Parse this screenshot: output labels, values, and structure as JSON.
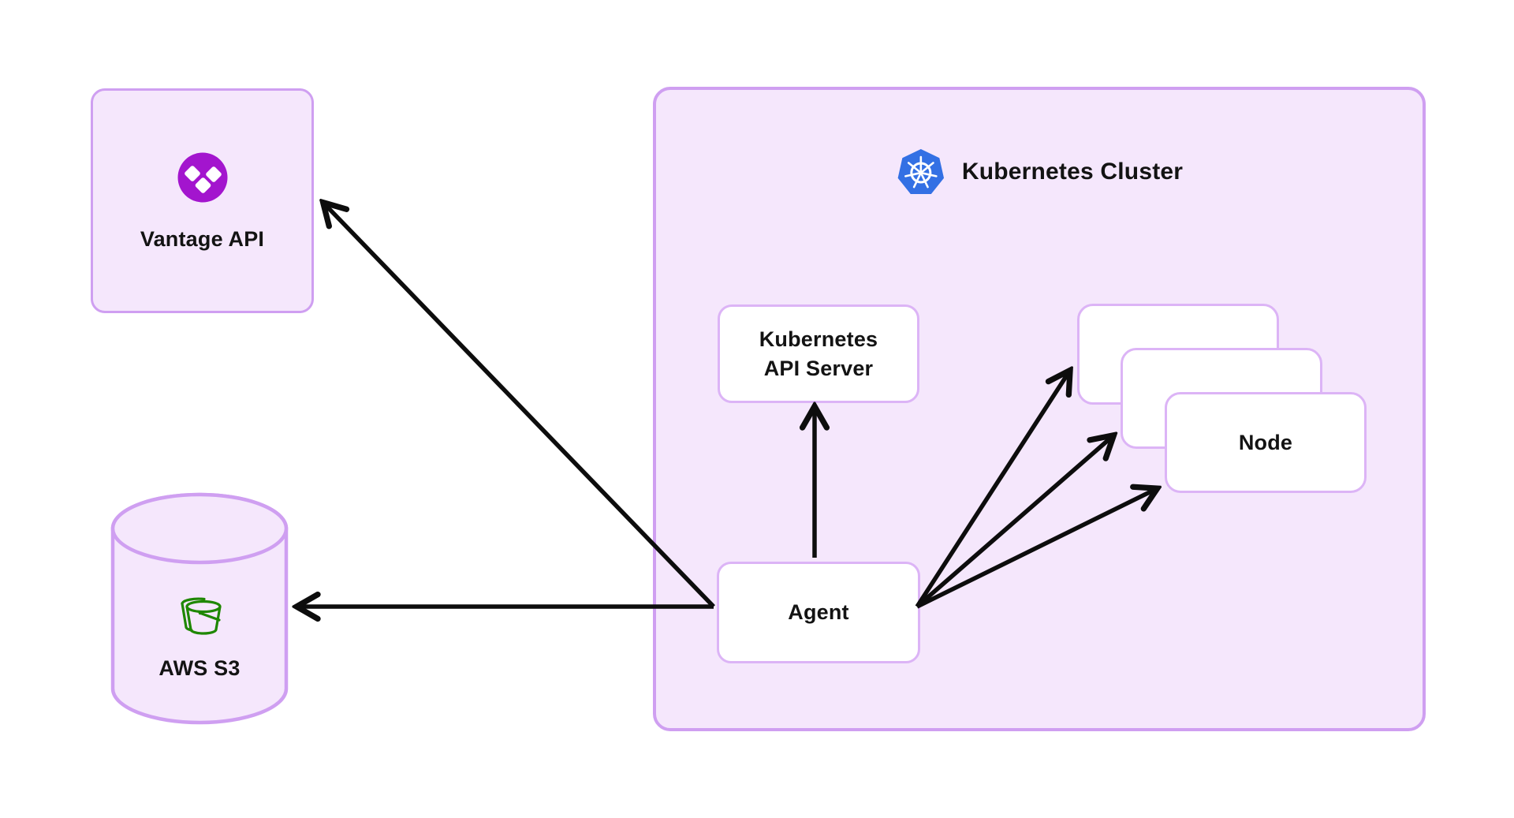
{
  "colors": {
    "panel_fill": "#f5e7fc",
    "panel_border": "#cf9ff1",
    "inner_box_border": "#dcb4f6",
    "arrow": "#0d0d0d",
    "text": "#131313",
    "vantage_icon_purple": "#a315ce",
    "s3_icon_green": "#1e8700",
    "kubernetes_blue": "#3370e4"
  },
  "nodes": {
    "vantage": {
      "label": "Vantage API",
      "icon": "vantage-icon"
    },
    "s3": {
      "label": "AWS S3",
      "icon": "s3-bucket-icon"
    },
    "cluster": {
      "title": "Kubernetes Cluster",
      "icon": "kubernetes-icon"
    },
    "api_server": {
      "label_lines": [
        "Kubernetes",
        "API Server"
      ]
    },
    "agent": {
      "label": "Agent"
    },
    "node_stack": {
      "front_label": "Node",
      "box_count": 3
    }
  },
  "connections": [
    {
      "from": "agent",
      "to": "vantage-api"
    },
    {
      "from": "agent",
      "to": "aws-s3"
    },
    {
      "from": "agent",
      "to": "kubernetes-api-server"
    },
    {
      "from": "agent",
      "to": "node-1"
    },
    {
      "from": "agent",
      "to": "node-2"
    },
    {
      "from": "agent",
      "to": "node-3"
    }
  ]
}
